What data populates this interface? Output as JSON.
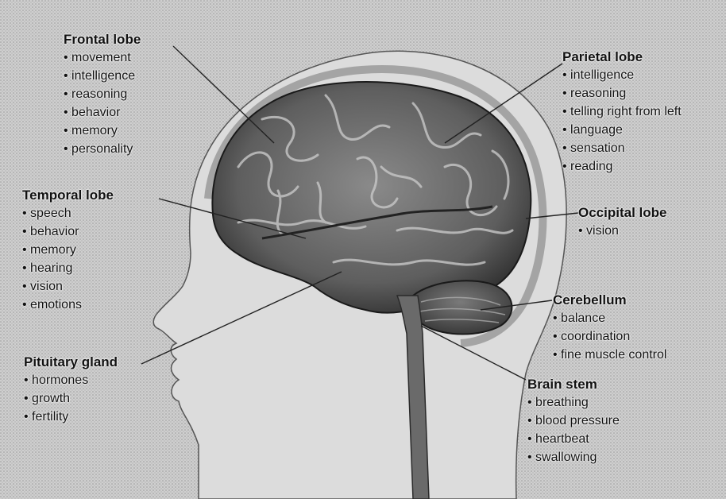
{
  "labels": {
    "frontal": {
      "title": "Frontal lobe",
      "items": [
        "movement",
        "intelligence",
        "reasoning",
        "behavior",
        "memory",
        "personality"
      ]
    },
    "parietal": {
      "title": "Parietal lobe",
      "items": [
        "intelligence",
        "reasoning",
        "telling right from left",
        "language",
        "sensation",
        "reading"
      ]
    },
    "temporal": {
      "title": "Temporal lobe",
      "items": [
        "speech",
        "behavior",
        "memory",
        "hearing",
        "vision",
        "emotions"
      ]
    },
    "occipital": {
      "title": "Occipital lobe",
      "items": [
        "vision"
      ]
    },
    "cerebellum": {
      "title": "Cerebellum",
      "items": [
        "balance",
        "coordination",
        "fine muscle control"
      ]
    },
    "pituitary": {
      "title": "Pituitary gland",
      "items": [
        "hormones",
        "growth",
        "fertility"
      ]
    },
    "brainstem": {
      "title": "Brain stem",
      "items": [
        "breathing",
        "blood pressure",
        "heartbeat",
        "swallowing"
      ]
    }
  }
}
